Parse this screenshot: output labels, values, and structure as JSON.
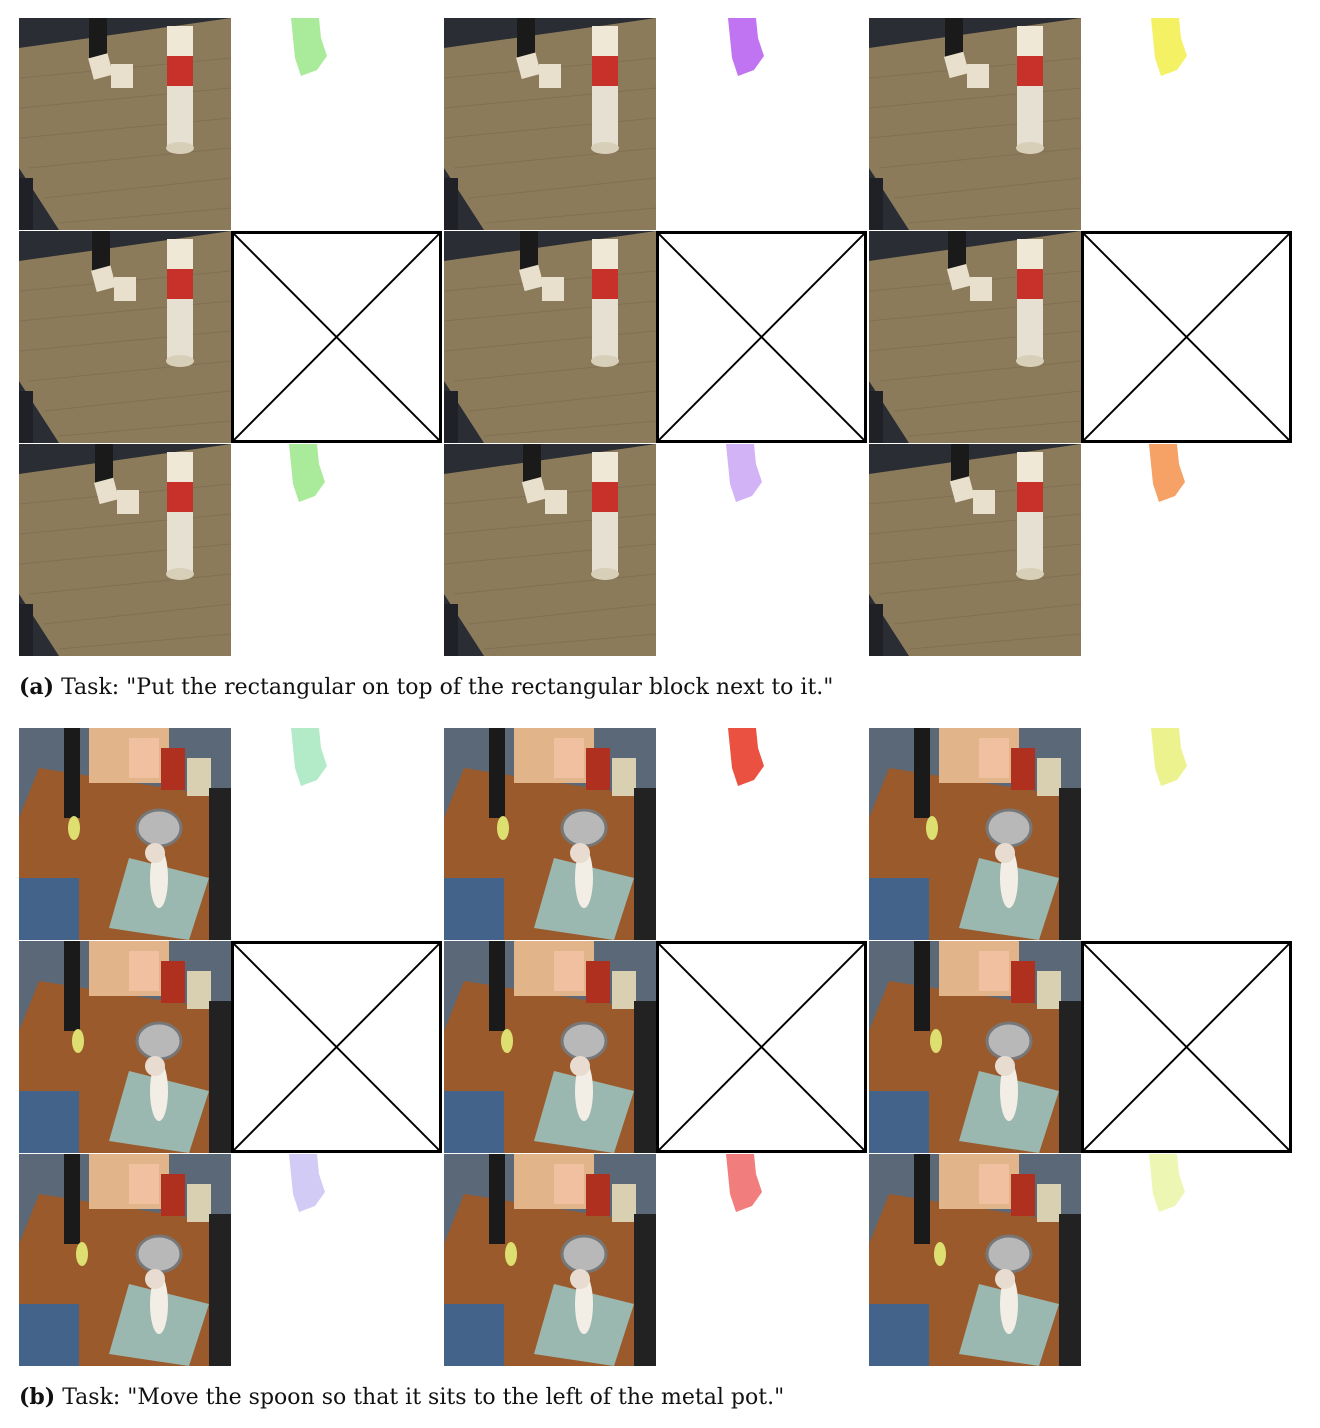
{
  "figures": [
    {
      "label": "(a)",
      "caption": "Task: \"Put the rectangular on top of the rectangular block next to it.\"",
      "scene": "blocks",
      "mask_colors": [
        "#9be88a",
        "#b65cf0",
        "#f2ee4a",
        "#9be88a",
        "#c9a6f5",
        "#f5914a"
      ]
    },
    {
      "label": "(b)",
      "caption": "Task: \"Move the spoon so that it sits to the left of the metal pot.\"",
      "scene": "kitchen",
      "mask_colors": [
        "#a6e8c0",
        "#e8321e",
        "#e8f07a",
        "#c9c2f5",
        "#ee6666",
        "#eaf4a6"
      ]
    }
  ]
}
